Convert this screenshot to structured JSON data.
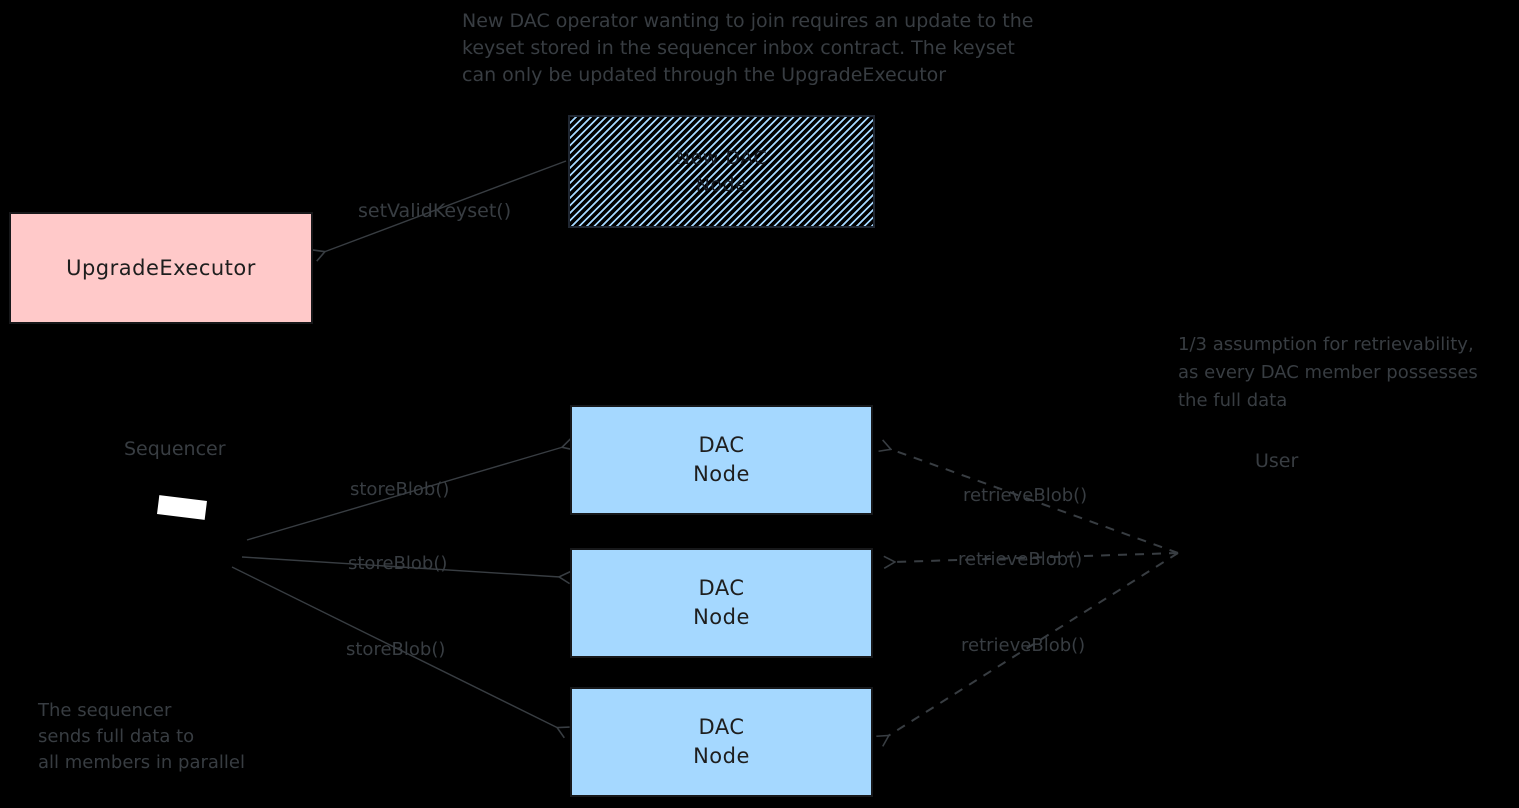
{
  "diagram": {
    "top_note": [
      "New DAC operator wanting to join requires an update to the",
      "keyset stored in the sequencer inbox contract. The keyset",
      "can only be updated through the UpgradeExecutor"
    ],
    "assumption_note": [
      "1/3 assumption for retrievability,",
      "as every DAC member possesses",
      "the full data"
    ],
    "parallel_note": [
      "The sequencer",
      "sends full data to",
      "all members in parallel"
    ],
    "boxes": {
      "upgrade_executor": {
        "label": "UpgradeExecutor",
        "fill": "#ffc9c9"
      },
      "new_dac_node": {
        "lines": [
          "New DAC",
          "Node"
        ],
        "fill_style": "blue-hachure-on-black"
      },
      "dac_nodes": [
        {
          "lines": [
            "DAC",
            "Node"
          ]
        },
        {
          "lines": [
            "DAC",
            "Node"
          ]
        },
        {
          "lines": [
            "DAC",
            "Node"
          ]
        }
      ],
      "dac_fill": "#a5d8ff"
    },
    "arrow_labels": {
      "set_valid_keyset": "setValidKeyset()",
      "store_blob": [
        "storeBlob()",
        "storeBlob()",
        "storeBlob()"
      ],
      "retrieve_blob": [
        "retrieveBlob()",
        "retrieveBlob()",
        "retrieveBlob()"
      ]
    },
    "actors": {
      "sequencer": "Sequencer",
      "user": "User"
    },
    "icons": {
      "sequencer": "white-slanted-rectangle"
    },
    "colors": {
      "background": "#000000",
      "ink": "#383d42",
      "box_text": "#1e1e1e",
      "pink": "#ffc9c9",
      "blue": "#a5d8ff",
      "white": "#ffffff"
    }
  }
}
